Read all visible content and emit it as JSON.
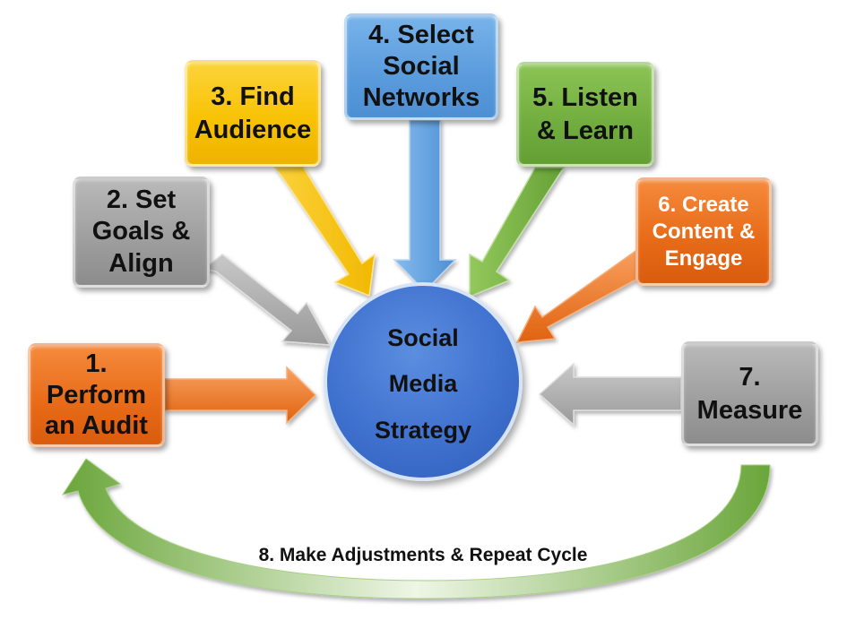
{
  "diagram": {
    "center": {
      "label": "Social\nMedia\nStrategy"
    },
    "steps": [
      {
        "label": "1.\nPerform\nan Audit"
      },
      {
        "label": "2. Set\nGoals &\nAlign"
      },
      {
        "label": "3. Find\nAudience"
      },
      {
        "label": "4. Select\nSocial\nNetworks"
      },
      {
        "label": "5. Listen\n& Learn"
      },
      {
        "label": "6. Create\nContent &\nEngage"
      },
      {
        "label": "7.\nMeasure"
      }
    ],
    "cycle_arrow": {
      "label": "8. Make Adjustments & Repeat Cycle"
    }
  },
  "colors": {
    "orange": "#e76a17",
    "gray": "#9d9d9d",
    "yellow": "#f8c100",
    "blue": "#5a9bdc",
    "green": "#71ad3e",
    "center_blue": "#3f71cf"
  }
}
